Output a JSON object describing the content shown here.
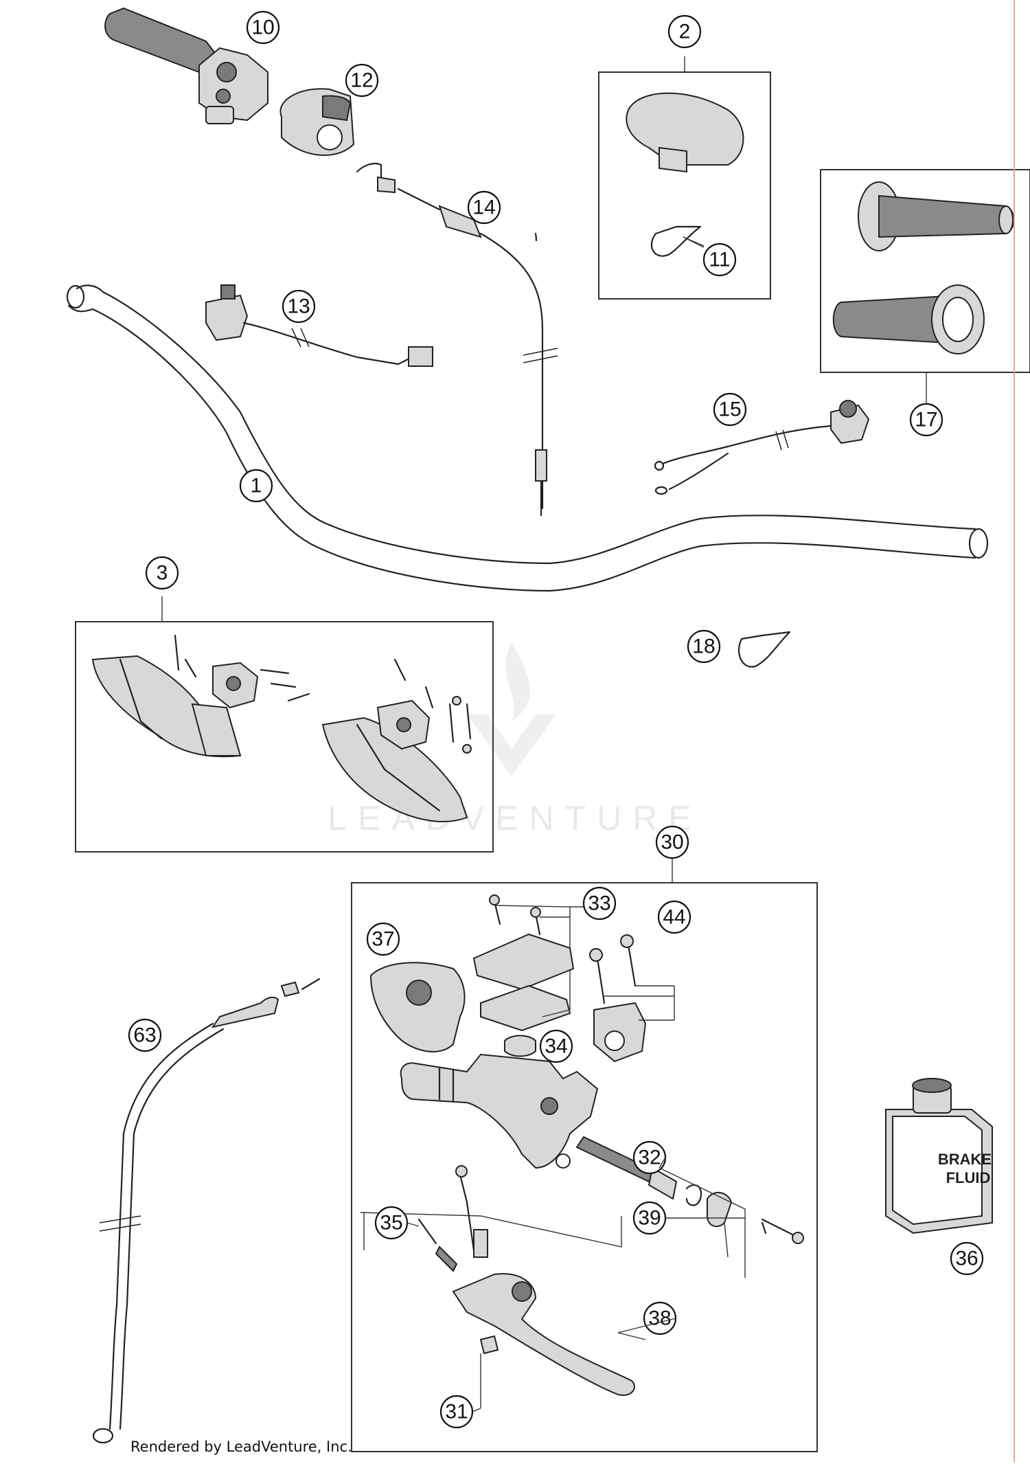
{
  "diagram": {
    "callouts": [
      {
        "id": "callout-1",
        "label": "1"
      },
      {
        "id": "callout-2",
        "label": "2"
      },
      {
        "id": "callout-3",
        "label": "3"
      },
      {
        "id": "callout-10",
        "label": "10"
      },
      {
        "id": "callout-11",
        "label": "11"
      },
      {
        "id": "callout-12",
        "label": "12"
      },
      {
        "id": "callout-13",
        "label": "13"
      },
      {
        "id": "callout-14",
        "label": "14"
      },
      {
        "id": "callout-15",
        "label": "15"
      },
      {
        "id": "callout-17",
        "label": "17"
      },
      {
        "id": "callout-18",
        "label": "18"
      },
      {
        "id": "callout-30",
        "label": "30"
      },
      {
        "id": "callout-31",
        "label": "31"
      },
      {
        "id": "callout-32",
        "label": "32"
      },
      {
        "id": "callout-33",
        "label": "33"
      },
      {
        "id": "callout-34",
        "label": "34"
      },
      {
        "id": "callout-35",
        "label": "35"
      },
      {
        "id": "callout-36",
        "label": "36"
      },
      {
        "id": "callout-37",
        "label": "37"
      },
      {
        "id": "callout-38",
        "label": "38"
      },
      {
        "id": "callout-39",
        "label": "39"
      },
      {
        "id": "callout-44",
        "label": "44"
      },
      {
        "id": "callout-63",
        "label": "63"
      }
    ],
    "brake_fluid_label": {
      "line1": "BRAKE",
      "line2": "FLUID"
    },
    "watermark": "LEADVENTURE",
    "footer": "Rendered by LeadVenture, Inc."
  }
}
